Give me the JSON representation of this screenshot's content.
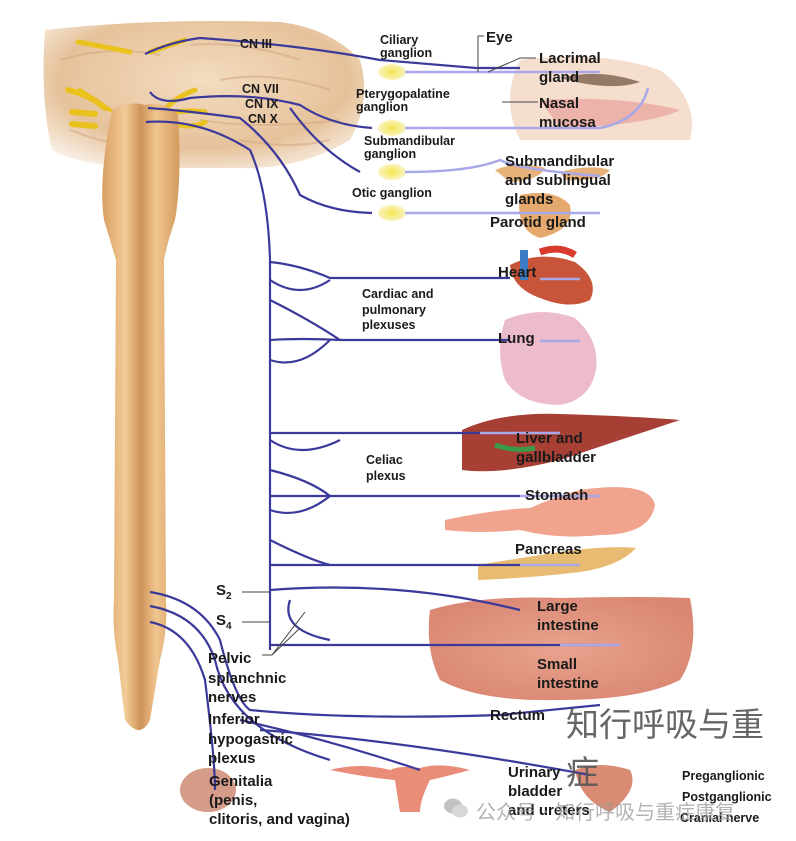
{
  "title": "Parasympathetic division of the autonomic nervous system",
  "colors": {
    "nerve": "#3b3a9a",
    "postganglionic": "#a9a8e8",
    "ganglion": "#f2e23a",
    "brain": "#e9c7a2",
    "spinal_cord": "#deaa6c",
    "background": "#ffffff",
    "text": "#1a1a1a"
  },
  "cranial_nerves": {
    "cn3": "CN III",
    "cn7": "CN VII",
    "cn9": "CN IX",
    "cn10": "CN X"
  },
  "ganglia": {
    "ciliary": "Ciliary\nganglion",
    "pterygopalatine": "Pterygopalatine\nganglion",
    "submandibular": "Submandibular\nganglion",
    "otic": "Otic ganglion"
  },
  "organs": {
    "eye": "Eye",
    "lacrimal": "Lacrimal\ngland",
    "nasal": "Nasal\nmucosa",
    "submandibular_glands": "Submandibular\nand sublingual\nglands",
    "parotid": "Parotid gland",
    "heart": "Heart",
    "lung": "Lung",
    "liver": "Liver and\ngallbladder",
    "stomach": "Stomach",
    "pancreas": "Pancreas",
    "large_intestine": "Large\nintestine",
    "small_intestine": "Small\nintestine",
    "rectum": "Rectum",
    "bladder": "Urinary\nbladder\nand ureters",
    "genitalia": "Genitalia\n(penis,\nclitoris, and vagina)"
  },
  "plexuses": {
    "cardiac": "Cardiac and\npulmonary\nplexuses",
    "celiac": "Celiac\nplexus",
    "pelvic": "Pelvic\nsplanchnic\nnerves",
    "hypogastric": "Inferior\nhypogastric\nplexus"
  },
  "spinal_levels": {
    "s2": "S",
    "s2_sub": "2",
    "s4": "S",
    "s4_sub": "4"
  },
  "legend": {
    "items": [
      "Preganglionic",
      "Postganglionic",
      "Cranial nerve"
    ]
  },
  "watermark": {
    "main": "知行呼吸与重症",
    "account": "公众号 · 知行呼吸与重症康复"
  }
}
